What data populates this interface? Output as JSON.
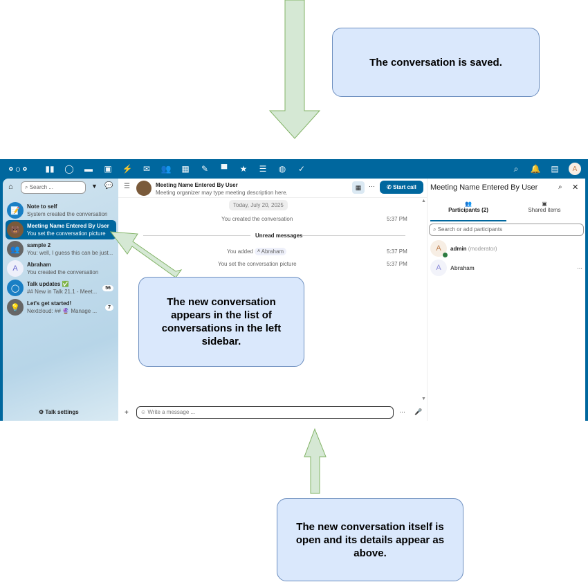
{
  "annotations": {
    "top": "The conversation is saved.",
    "middle": "The new conversation appears in the list of conversations in the left sidebar.",
    "bottom": "The new conversation itself is open and its details appear as above."
  },
  "colors": {
    "nav": "#00679e",
    "arrow_fill": "#d5e8d4",
    "arrow_stroke": "#82b366",
    "callout_fill": "#dae8fc",
    "callout_stroke": "#6c8ebf"
  },
  "sidebar": {
    "search_placeholder": "Search ...",
    "conversations": [
      {
        "name": "Note to self",
        "preview": "System created the conversation"
      },
      {
        "name": "Meeting Name Entered By User",
        "preview": "You set the conversation picture"
      },
      {
        "name": "sample 2",
        "preview": "You: well, I guess this can be just..."
      },
      {
        "name": "Abraham",
        "preview": "You created the conversation",
        "initial": "A"
      },
      {
        "name": "Talk updates ✅",
        "preview": "## New in Talk 21.1 - Meet...",
        "badge": "56"
      },
      {
        "name": "Let's get started!",
        "preview": "Nextcloud: ## 🔮 Manage ...",
        "badge": "7"
      }
    ],
    "settings": "Talk settings"
  },
  "chat": {
    "title": "Meeting Name Entered By User",
    "description": "Meeting organizer may type meeting description here.",
    "start_call": "Start call",
    "date": "Today, July 20, 2025",
    "unread": "Unread messages",
    "messages": [
      {
        "text": "You created the conversation",
        "time": "5:37 PM"
      },
      {
        "text": "You added",
        "mention": "Abraham",
        "time": "5:37 PM"
      },
      {
        "text": "You set the conversation picture",
        "time": "5:37 PM"
      }
    ],
    "input_placeholder": "Write a message ..."
  },
  "panel": {
    "title": "Meeting Name Entered By User",
    "tabs": [
      "Participants (2)",
      "Shared items"
    ],
    "search_placeholder": "Search or add participants",
    "participants": [
      {
        "initial": "A",
        "name": "admin",
        "role": "(moderator)"
      },
      {
        "initial": "A",
        "name": "Abraham"
      }
    ]
  },
  "user_initial": "A"
}
